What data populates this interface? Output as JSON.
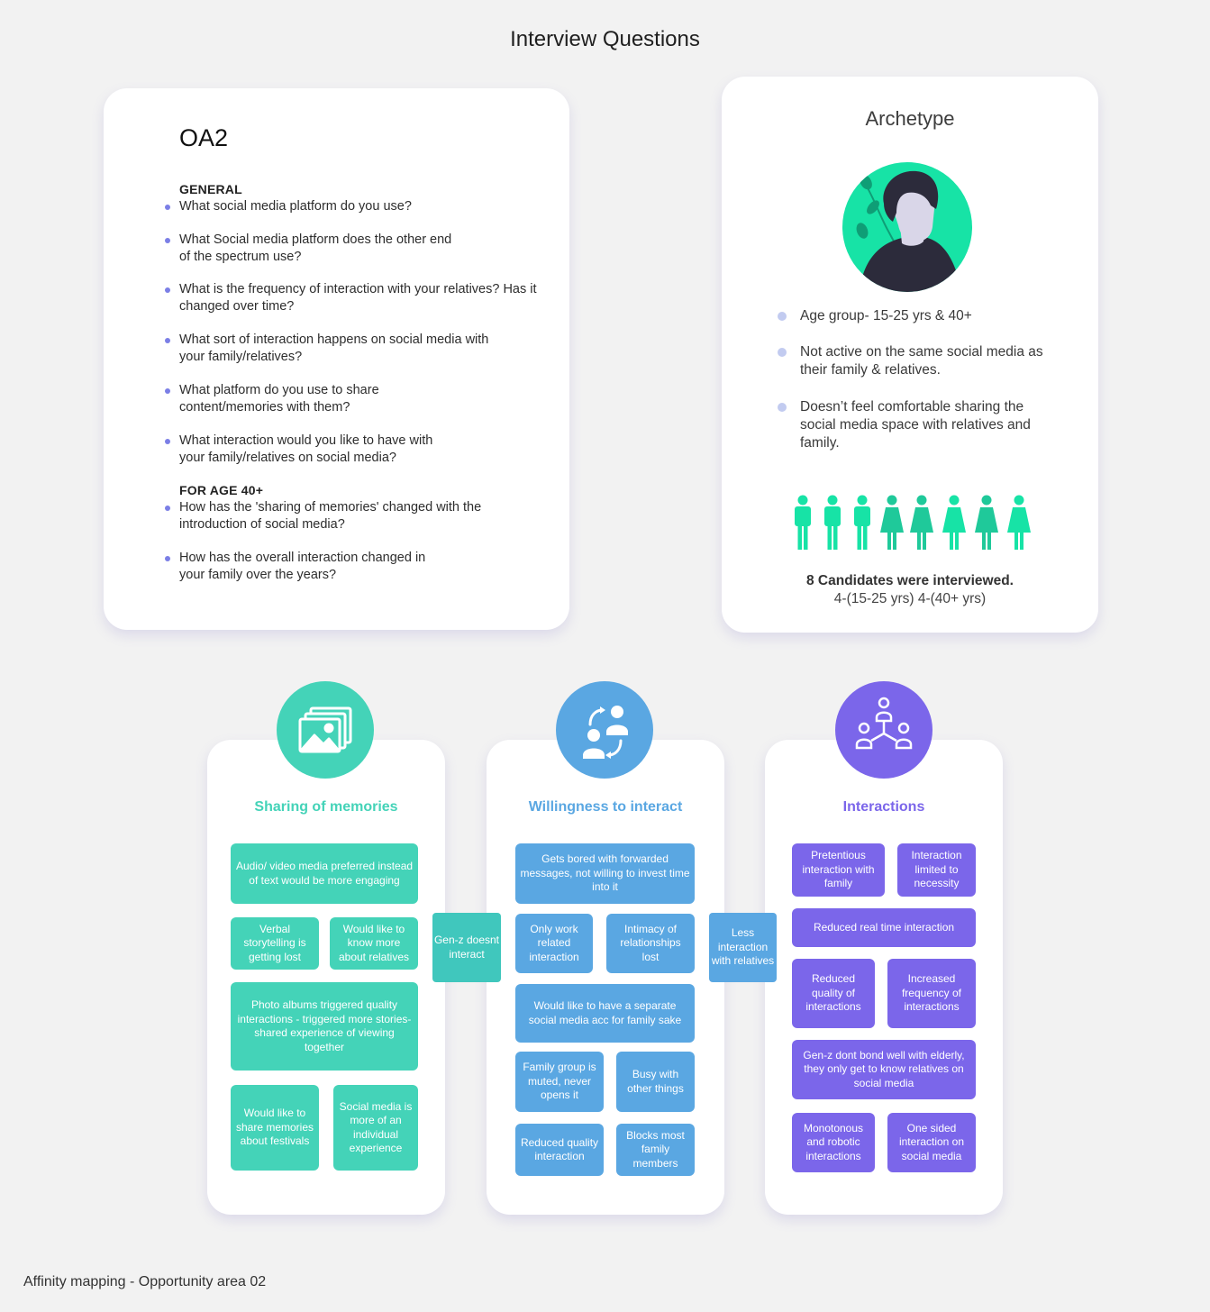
{
  "page_title": "Interview Questions",
  "questions": {
    "title": "OA2",
    "general_heading": "GENERAL",
    "general": [
      "What social media platform do you use?",
      "What Social media platform does the other end of the spectrum use?",
      "What is the frequency of interaction with your relatives? Has it changed over time?",
      "What sort of interaction happens on social media with your family/relatives?",
      "What platform do you use to share content/memories with them?",
      "What interaction would you like to have with your family/relatives on social media?"
    ],
    "age_heading": "FOR AGE 40+",
    "age40": [
      "How has the 'sharing of memories' changed with the introduction of social media?",
      "How has the overall interaction changed in your family over the years?"
    ]
  },
  "archetype": {
    "title": "Archetype",
    "points": [
      "Age group- 15-25 yrs & 40+",
      "Not active on the same social media as their family & relatives.",
      "Doesn’t feel comfortable sharing the social media space with relatives and family."
    ],
    "candidates_strong": "8 Candidates were interviewed.",
    "candidates_sub": "4-(15-25 yrs) 4-(40+ yrs)"
  },
  "columns": {
    "memories": {
      "title": "Sharing of memories",
      "notes": [
        "Audio/ video media preferred instead of text would be more engaging",
        "Verbal storytelling is getting lost",
        "Would like to know more about relatives",
        "Photo albums triggered quality interactions - triggered more stories- shared experience of viewing together",
        "Would like to share memories about festivals",
        "Social media is more of an individual experience"
      ]
    },
    "willing": {
      "title": "Willingness to interact",
      "notes": [
        "Gets bored with forwarded messages, not willing to invest time into it",
        "Only work related interaction",
        "Intimacy of relationships lost",
        "Would like to have a separate social media acc for family sake",
        "Family group is muted, never opens it",
        "Busy with other things",
        "Reduced quality interaction",
        "Blocks most family members"
      ]
    },
    "interact": {
      "title": "Interactions",
      "notes": [
        "Pretentious interaction with family",
        "Interaction limited to necessity",
        "Reduced real time interaction",
        "Reduced quality of interactions",
        "Increased frequency of interactions",
        "Gen-z dont bond well with elderly, they only get to know relatives on social media",
        "Monotonous and robotic interactions",
        "One sided interaction on social media"
      ]
    }
  },
  "connectors": {
    "genz": "Gen-z doesnt interact",
    "less": "Less interaction with relatives"
  },
  "footer": "Affinity mapping - Opportunity area 02",
  "colors": {
    "teal": "#44d3b8",
    "blue": "#5aa7e2",
    "purple": "#7b66ea",
    "bullet": "#7b7fe6"
  }
}
